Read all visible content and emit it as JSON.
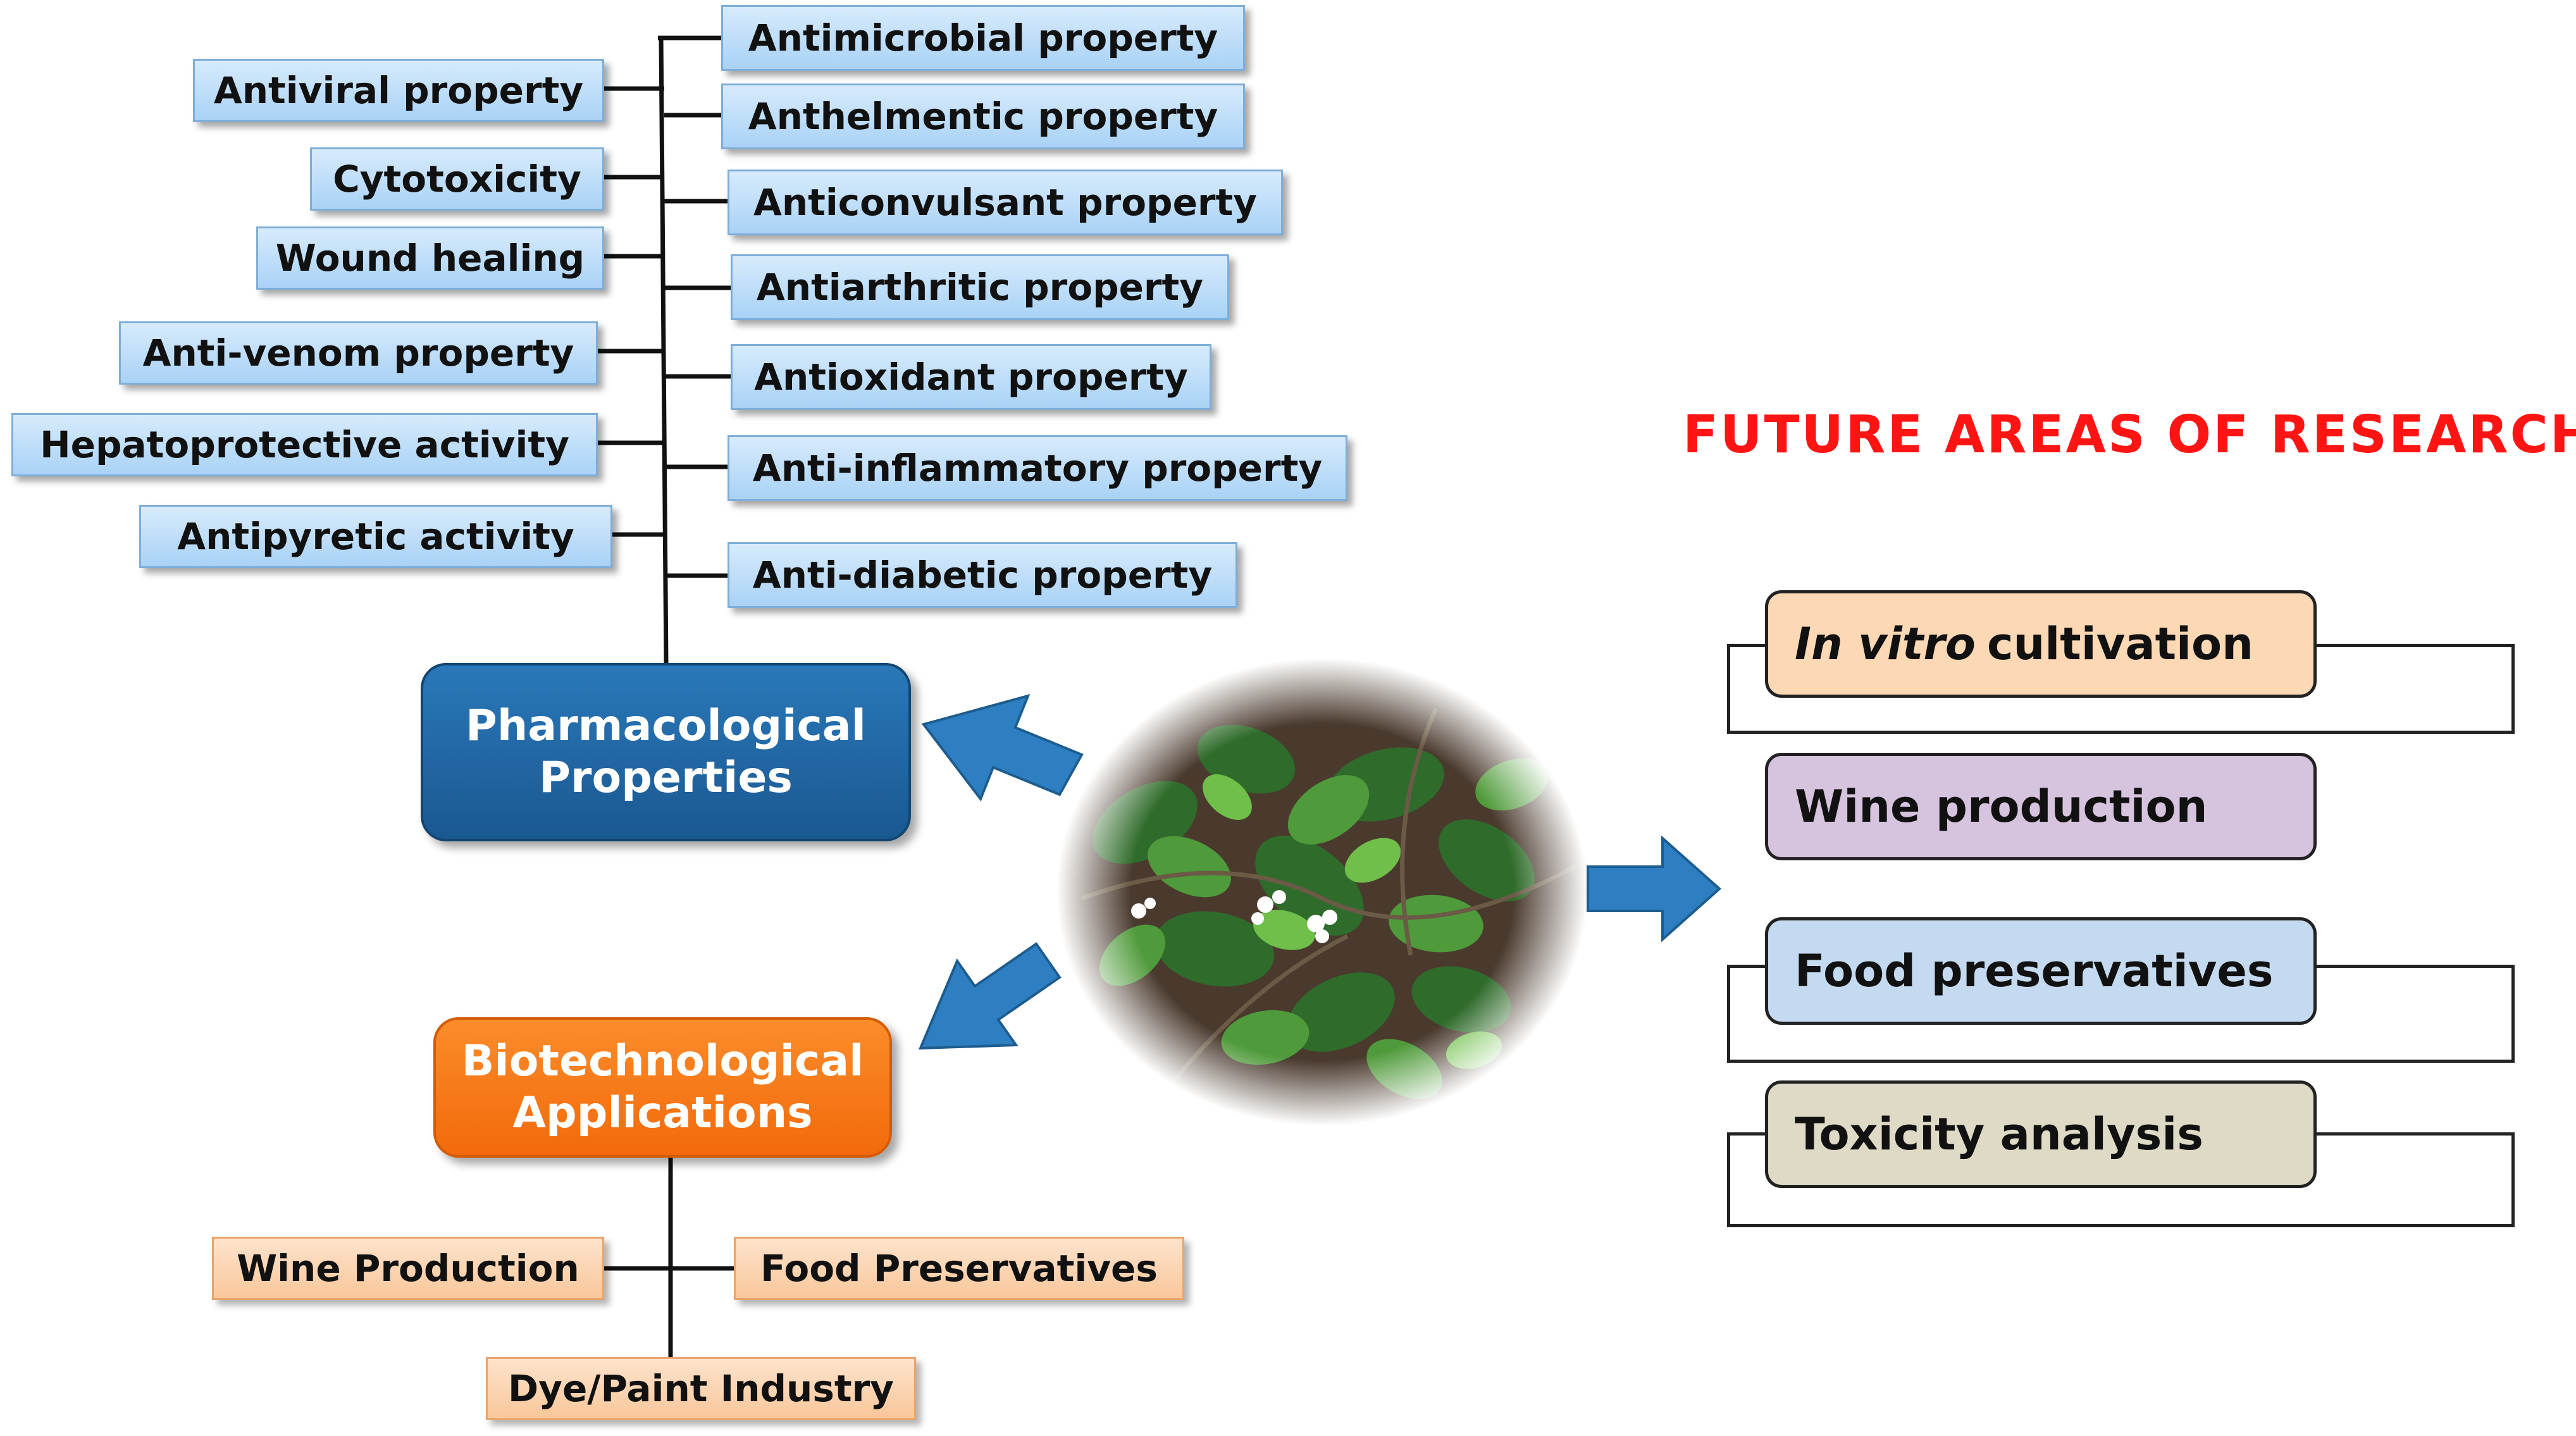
{
  "pharmacological": {
    "title_line1": "Pharmacological",
    "title_line2": "Properties",
    "right_items": [
      "Antimicrobial property",
      "Anthelmentic property",
      "Anticonvulsant property",
      "Antiarthritic property",
      "Antioxidant property",
      "Anti-inflammatory property",
      "Anti-diabetic property"
    ],
    "left_items": [
      "Antiviral property",
      "Cytotoxicity",
      "Wound healing",
      "Anti-venom property",
      "Hepatoprotective activity",
      "Antipyretic activity"
    ]
  },
  "biotechnological": {
    "title_line1": "Biotechnological",
    "title_line2": "Applications",
    "items": [
      "Wine Production",
      "Food Preservatives",
      "Dye/Paint Industry"
    ]
  },
  "future_research": {
    "title": "FUTURE AREAS OF RESEARCH",
    "items": [
      {
        "italic": "In vitro",
        "text": "cultivation",
        "color": "#fdd8b4"
      },
      {
        "italic": "",
        "text": "Wine production",
        "color": "#d6c3de"
      },
      {
        "italic": "",
        "text": "Food preservatives",
        "color": "#c4daf0"
      },
      {
        "italic": "",
        "text": "Toxicity analysis",
        "color": "#dedac6"
      }
    ]
  },
  "colors": {
    "pharma_hub": "#1f64a1",
    "biotech_hub": "#f57a16",
    "arrow": "#2e7fc1",
    "future_title": "#ff1414"
  }
}
